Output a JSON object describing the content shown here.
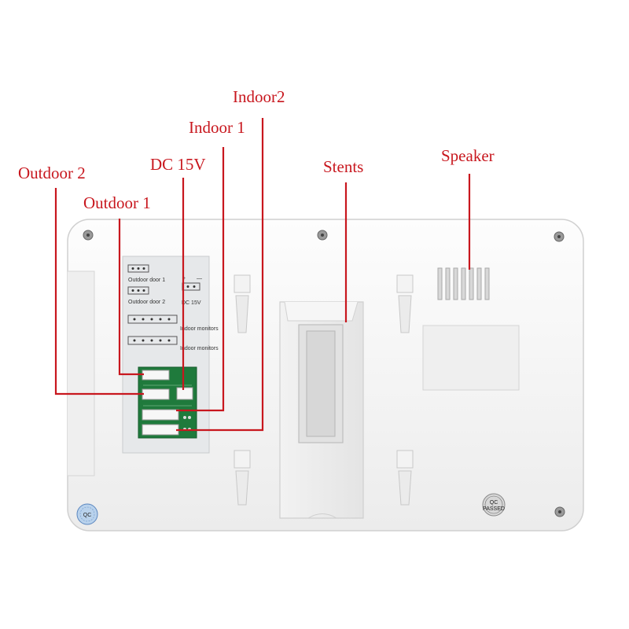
{
  "callouts": {
    "indoor2": "Indoor2",
    "indoor1": "Indoor 1",
    "outdoor2": "Outdoor 2",
    "dc15v": "DC 15V",
    "stents": "Stents",
    "speaker": "Speaker",
    "outdoor1": "Outdoor 1"
  },
  "sticker": {
    "outdoor_door_1": "Outdoor door 1",
    "outdoor_door_2": "Outdoor door 2",
    "dc_15v": "DC 15V",
    "indoor_monitors_a": "Indoor monitors",
    "indoor_monitors_b": "Indoor monitors",
    "plus": "+",
    "minus": "—"
  },
  "seals": {
    "qc_passed_top": "QC",
    "qc_passed_bottom": "PASSED",
    "qc_left": "QC"
  },
  "colors": {
    "callout_red": "#c8171e",
    "device_white": "#f4f4f4",
    "pcb_green": "#1f7a3c"
  }
}
